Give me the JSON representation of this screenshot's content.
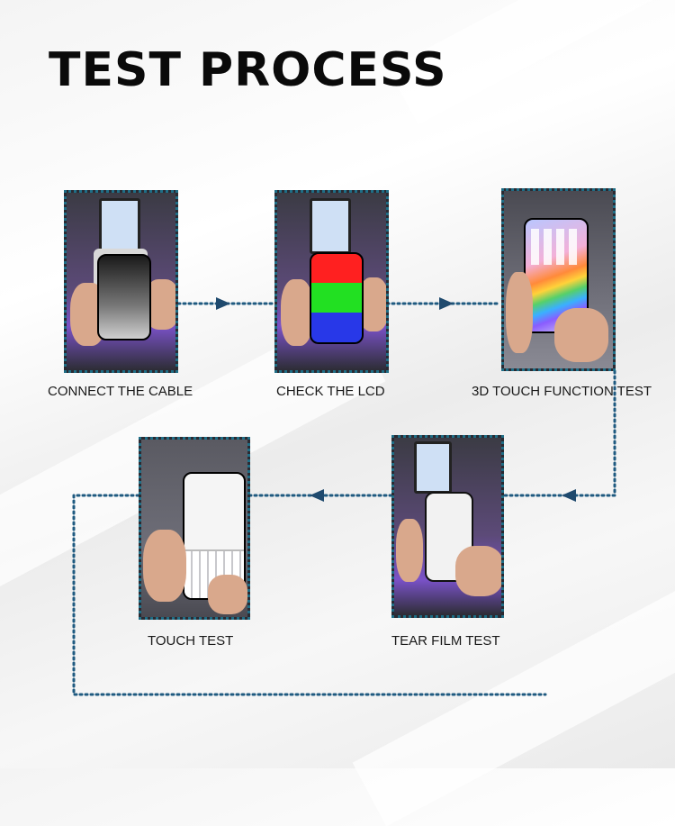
{
  "title": "TEST PROCESS",
  "steps": [
    {
      "label": "CONNECT THE CABLE"
    },
    {
      "label": "CHECK THE LCD"
    },
    {
      "label": "3D TOUCH FUNCTION TEST"
    },
    {
      "label": "TEAR FILM TEST"
    },
    {
      "label": "TOUCH TEST"
    }
  ],
  "colors": {
    "frame_border": "#1f6e86",
    "connector": "#1f5a80",
    "arrow": "#1f4a6e",
    "title": "#0a0a0a"
  }
}
